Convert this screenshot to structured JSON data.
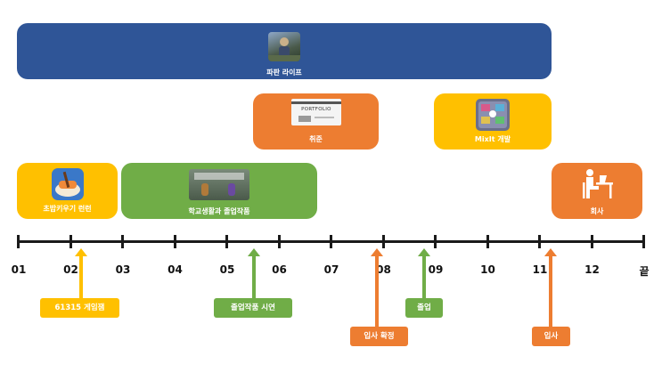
{
  "colors": {
    "blue": "#2f5597",
    "orange": "#ed7d31",
    "yellow": "#ffc000",
    "green": "#70ad47",
    "axis": "#1a1a1a"
  },
  "boxes": {
    "farm_life": "파판 라이프",
    "job_hunt": "취준",
    "mixit": "MixIt 개발",
    "sushi": "초밥키우기 런런",
    "school": "학교생활과 졸업작품",
    "company": "회사"
  },
  "thumb_text": {
    "portfolio": "PORTFOLIO"
  },
  "timeline": {
    "ticks": [
      "01",
      "02",
      "03",
      "04",
      "05",
      "06",
      "07",
      "08",
      "09",
      "10",
      "11",
      "12",
      "끝"
    ]
  },
  "events": {
    "game_jam": "61315 게임잼",
    "demo": "졸업작품 시연",
    "hire_confirm": "입사 확정",
    "graduation": "졸업",
    "join": "입사"
  }
}
